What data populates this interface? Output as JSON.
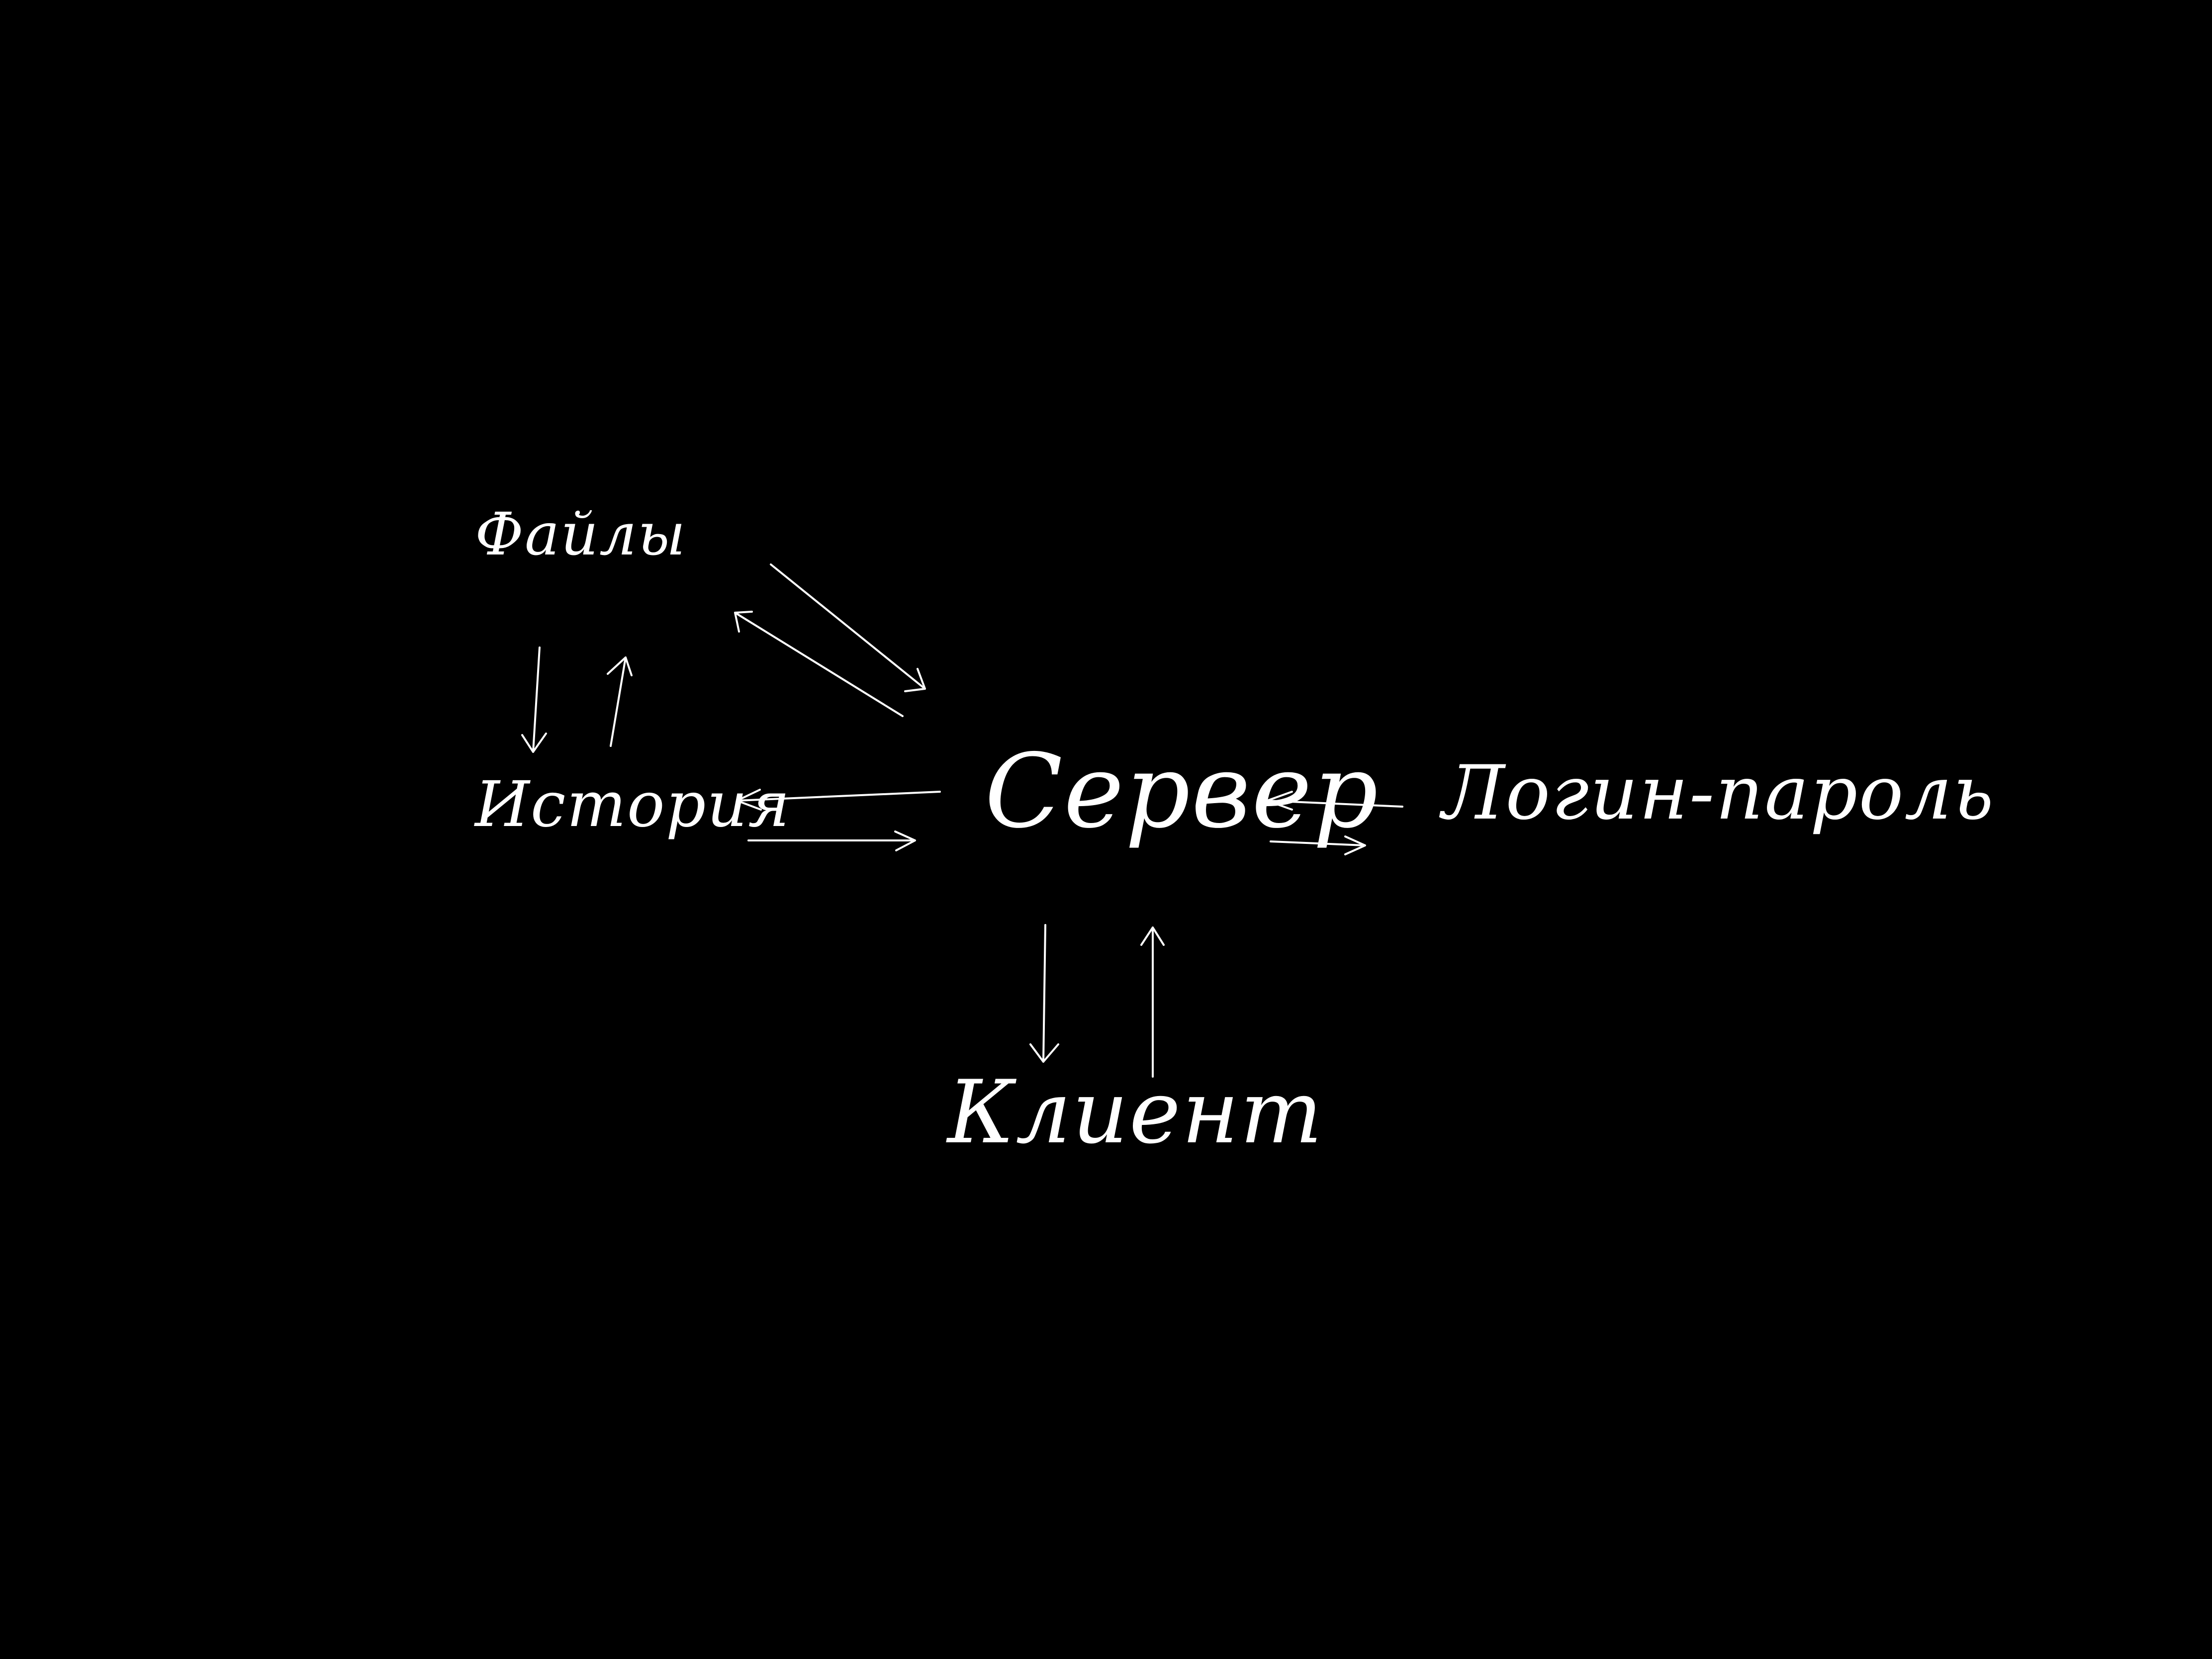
{
  "theme": {
    "background": "#000000",
    "ink": "#ffffff"
  },
  "nodes": {
    "files": "Файлы",
    "history": "История",
    "server": "Сервер",
    "login_password": "Логин-пароль",
    "client": "Клиент"
  },
  "edges": [
    {
      "from": "files",
      "to": "history"
    },
    {
      "from": "history",
      "to": "files"
    },
    {
      "from": "files",
      "to": "server"
    },
    {
      "from": "server",
      "to": "files"
    },
    {
      "from": "server",
      "to": "history"
    },
    {
      "from": "history",
      "to": "server"
    },
    {
      "from": "login_password",
      "to": "server"
    },
    {
      "from": "server",
      "to": "login_password"
    },
    {
      "from": "server",
      "to": "client"
    },
    {
      "from": "client",
      "to": "server"
    }
  ]
}
